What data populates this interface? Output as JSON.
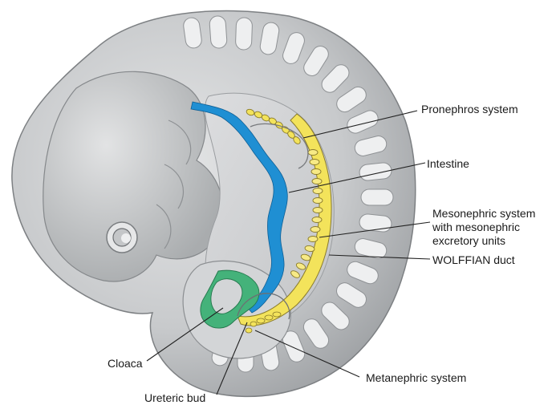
{
  "labels": {
    "pronephros": "Pronephros system",
    "intestine": "Intestine",
    "mesonephric": "Mesonephric system\nwith mesonephric\nexcretory units",
    "wolffian": "WOLFFIAN duct",
    "cloaca": "Cloaca",
    "metanephric": "Metanephric system",
    "ureteric_bud": "Ureteric bud"
  },
  "colors": {
    "embryo_body": "#cfd1d3",
    "embryo_shadow": "#9ea1a4",
    "somite": "#ebeced",
    "intestine": "#1e8fd2",
    "cloaca": "#43b27a",
    "nephric": "#f2e25a",
    "nephric_outline": "#8c7c2a",
    "leader": "#222222"
  }
}
